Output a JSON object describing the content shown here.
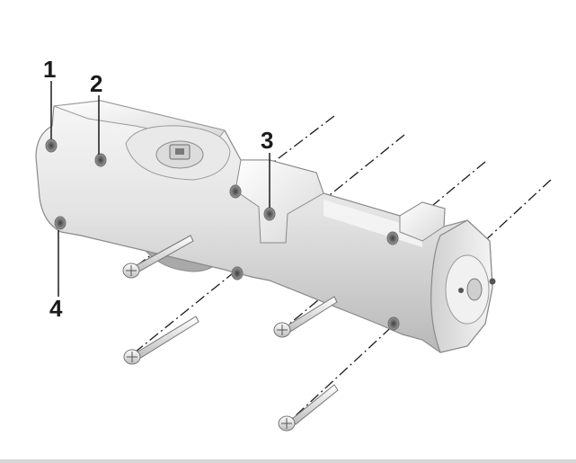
{
  "diagram": {
    "callouts": [
      {
        "id": "1",
        "label": "1"
      },
      {
        "id": "2",
        "label": "2"
      },
      {
        "id": "3",
        "label": "3"
      },
      {
        "id": "4",
        "label": "4"
      }
    ],
    "colors": {
      "body_light": "#f2f2f2",
      "body_mid": "#d9d9d9",
      "body_dark": "#b3b3b3",
      "outline": "#8a8a8a",
      "hole": "#6e6e6e",
      "line": "#1b1b1b",
      "screw": "#e6e6e6"
    }
  }
}
